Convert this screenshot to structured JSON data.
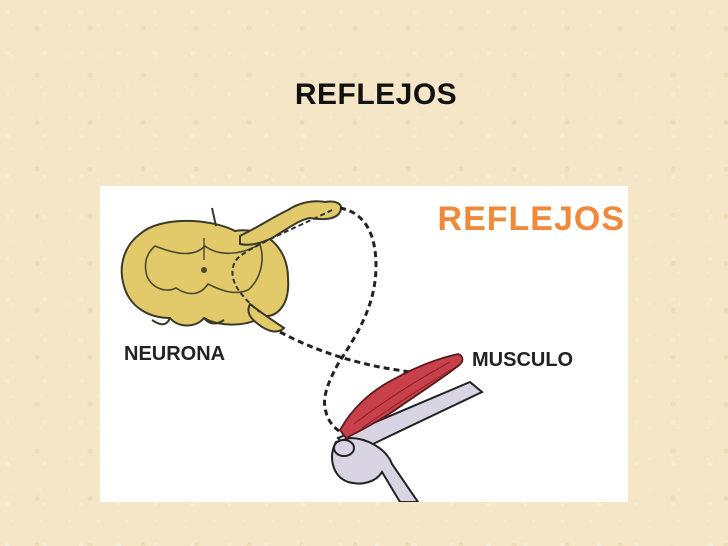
{
  "slide": {
    "title": "REFLEJOS"
  },
  "figure": {
    "banner": "REFLEJOS",
    "neuron_label": "NEURONA",
    "muscle_label": "MUSCULO",
    "colors": {
      "banner": "#f08a3a",
      "spinal_cord": "#e2c96a",
      "muscle": "#c8404a",
      "bone": "#d8d4e4"
    }
  }
}
